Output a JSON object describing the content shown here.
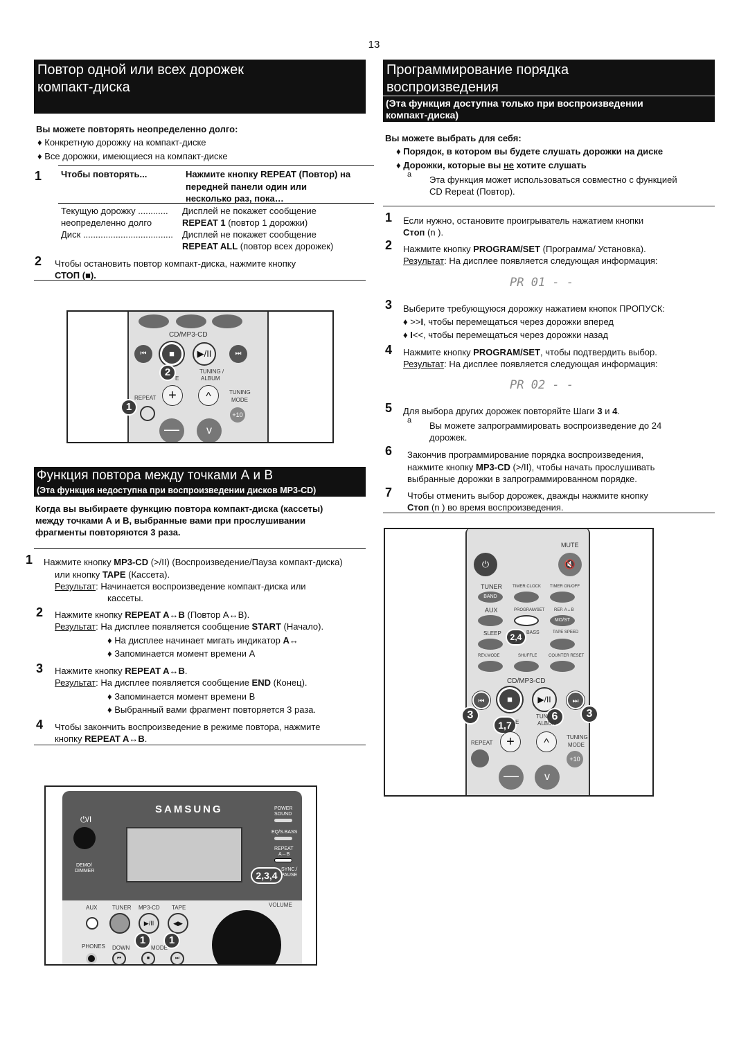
{
  "page_number": "13",
  "left": {
    "repeat_section": {
      "title_line1": "Повтор одной или всех дорожек",
      "title_line2": "компакт-диска",
      "intro": "Вы можете повторять неопределенно долго:",
      "bullets": [
        "♦ Конкретную дорожку на компакт-диске",
        "♦ Все дорожки, имеющиеся на компакт-диске"
      ],
      "step1_num": "1",
      "col_to_repeat": "Чтобы повторять...",
      "col_press_1": "Нажмите кнопку REPEAT (Повтор) на",
      "col_press_2": "передней панели один или",
      "col_press_3": "несколько раз, пока…",
      "row1_left": "Текущую дорожку ............",
      "row1_right": "Дисплей не покажет сообщение",
      "row2_left": "неопределенно долго",
      "row2_right_b": "REPEAT 1",
      "row2_right": " (повтор 1 дорожки)",
      "row3_left": "Диск ....................................",
      "row3_right": "Дисплей не покажет сообщение",
      "row4_right_b": "REPEAT ALL",
      "row4_right": " (повтор всех дорожек)",
      "step2_num": "2",
      "step2_text": "Чтобы остановить повтор компакт-диска, нажмите кнопку",
      "step2_stop": "СТОП (■).",
      "device": {
        "cd_label": "CD/MP3-CD",
        "tuning_album": "TUNING /",
        "album": "ALBUM",
        "mode_frag": "E",
        "repeat": "REPEAT",
        "tuning": "TUNING",
        "mode": "MODE",
        "plus10": "+10",
        "callout1": "1",
        "callout2": "2"
      }
    },
    "ab_section": {
      "title": "Функция повтора между точками А и В",
      "subtitle": "(Эта функция недоступна при воспроизведении дисков MP3-CD)",
      "intro_1": "Когда вы выбираете функцию повтора компакт-диска (кассеты)",
      "intro_2": "между точками А и В, выбранные вами при прослушивании",
      "intro_3": "фрагменты повторяются 3 раза.",
      "s1_num": "1",
      "s1_a": "Нажмите кнопку ",
      "s1_b": "MP3-CD",
      "s1_c": " (>/II) (Воспроизведение/Пауза компакт-диска)",
      "s1_d": "или кнопку ",
      "s1_e": "TAPE",
      "s1_f": " (Кассета).",
      "s1_res_label": "Результат",
      "s1_res": ": Начинается воспроизведение компакт-диска или",
      "s1_res2": "кассеты.",
      "s2_num": "2",
      "s2_a": "Нажмите кнопку ",
      "s2_b": "REPEAT A↔B",
      "s2_c": " (Повтор A↔B).",
      "s2_res_label": "Результат",
      "s2_res": ": На дисплее появляется сообщение ",
      "s2_res_b": "START",
      "s2_res_c": " (Начало).",
      "s2_bul1": "♦ На дисплее начинает мигать индикатор ",
      "s2_bul1_b": "A↔",
      "s2_bul2": "♦ Запоминается момент времени А",
      "s3_num": "3",
      "s3_a": "Нажмите кнопку ",
      "s3_b": "REPEAT A↔B",
      "s3_c": ".",
      "s3_res_label": "Результат",
      "s3_res": ": На дисплее появляется сообщение ",
      "s3_res_b": "END",
      "s3_res_c": " (Конец).",
      "s3_bul1": "♦ Запоминается момент времени В",
      "s3_bul2": "♦ Выбранный вами фрагмент повторяется 3 раза.",
      "s4_num": "4",
      "s4_a": "Чтобы закончить воспроизведение в режиме повтора, нажмите",
      "s4_b": "кнопку ",
      "s4_c": "REPEAT A↔B",
      "s4_d": ".",
      "device": {
        "brand": "SAMSUNG",
        "power_sound_1": "POWER",
        "power_sound_2": "SOUND",
        "eq": "EQ/S.BASS",
        "repeat": "REPEAT",
        "ab": "A↔B",
        "demo_1": "DEMO/",
        "demo_2": "DIMMER",
        "sync_1": "SYNC./",
        "sync_2": "PAUSE",
        "power": "⏻/I",
        "aux": "AUX",
        "tuner": "TUNER",
        "mp3cd": "MP3-CD",
        "tape": "TAPE",
        "volume": "VOLUME",
        "phones": "PHONES",
        "down": "DOWN",
        "mode": "MODE",
        "callout_234": "2,3,4",
        "callout_1a": "1",
        "callout_1b": "1"
      }
    }
  },
  "right": {
    "title_line1": "Программирование порядка",
    "title_line2": "воспроизведения",
    "subtitle_1": "(Эта функция доступна только при воспроизведении",
    "subtitle_2": "компакт-диска)",
    "intro": "Вы можете выбрать для себя:",
    "bul1": "♦ Порядок, в котором вы будете слушать дорожки на диске",
    "bul2_a": "♦ Дорожки, которые вы ",
    "bul2_u": "не",
    "bul2_b": " хотите слушать",
    "note_mark": "a",
    "note_1": "Эта функция может использоваться совместно с функцией",
    "note_2": "CD Repeat (Повтор).",
    "s1_num": "1",
    "s1_a": "Если нужно, остановите проигрыватель нажатием кнопки",
    "s1_b": "Стоп",
    "s1_c": " (n  ).",
    "s2_num": "2",
    "s2_a": "Нажмите кнопку ",
    "s2_b": "PROGRAM/SET",
    "s2_c": " (Программа/ Установка).",
    "s2_res_label": "Результат",
    "s2_res": ": На дисплее появляется следующая информация:",
    "display1": "PR 01 - -",
    "s3_num": "3",
    "s3_a": "Выберите требующуюся дорожку нажатием кнопок ПРОПУСК:",
    "s3_bul1_a": "♦ >>",
    "s3_bul1_b": "I",
    "s3_bul1_c": ", чтобы перемещаться через дорожки вперед",
    "s3_bul2_a": "♦ ",
    "s3_bul2_b": "I",
    "s3_bul2_c": "<<, чтобы перемещаться через дорожки назад",
    "s4_num": "4",
    "s4_a": "Нажмите кнопку ",
    "s4_b": "PROGRAM/SET",
    "s4_c": ", чтобы подтвердить выбор.",
    "s4_res_label": "Результат",
    "s4_res": ": На дисплее появляется следующая информация:",
    "display2": "PR 02 - -",
    "s5_num": "5",
    "s5_a": "Для выбора других дорожек повторяйте Шаги ",
    "s5_b": "3",
    "s5_c": " и ",
    "s5_d": "4",
    "s5_e": ".",
    "s5_note_mark": "a",
    "s5_note_1": "Вы можете запрограммировать воспроизведение до 24",
    "s5_note_2": "дорожек.",
    "s6_num": "6",
    "s6_a": "Закончив программирование порядка воспроизведения,",
    "s6_b": "нажмите кнопку ",
    "s6_c": "MP3-CD",
    "s6_d": " (>/II), чтобы начать прослушивать",
    "s6_e": "выбранные дорожки в запрограммированном порядке.",
    "s7_num": "7",
    "s7_a": "Чтобы отменить выбор дорожек, дважды нажмите кнопку",
    "s7_b": "Стоп",
    "s7_c": " (n  ) во время воспроизведения.",
    "remote": {
      "mute": "MUTE",
      "tuner": "TUNER",
      "timer_clock": "TIMER.CLOCK",
      "timer_onoff": "TIMER ON/OFF",
      "band": "BAND",
      "aux": "AUX",
      "program_set": "PROGRAM/SET",
      "rep_ab": "REP. A↔B",
      "mo_st": "MO/ST",
      "sleep": "SLEEP",
      "bass": "BASS",
      "tape_speed": "TAPE SPEED",
      "rev_mode": "REV.MODE",
      "shuffle": "SHUFFLE",
      "counter_reset": "COUNTER RESET",
      "cd_label": "CD/MP3-CD",
      "tuning_album": "TUNI",
      "album": "ALBUM",
      "mode_frag": "E",
      "repeat": "REPEAT",
      "tuning": "TUNING",
      "mode": "MODE",
      "plus10": "+10",
      "callout_24": "2,4",
      "callout_3a": "3",
      "callout_3b": "3",
      "callout_6": "6",
      "callout_17": "1,7"
    }
  }
}
